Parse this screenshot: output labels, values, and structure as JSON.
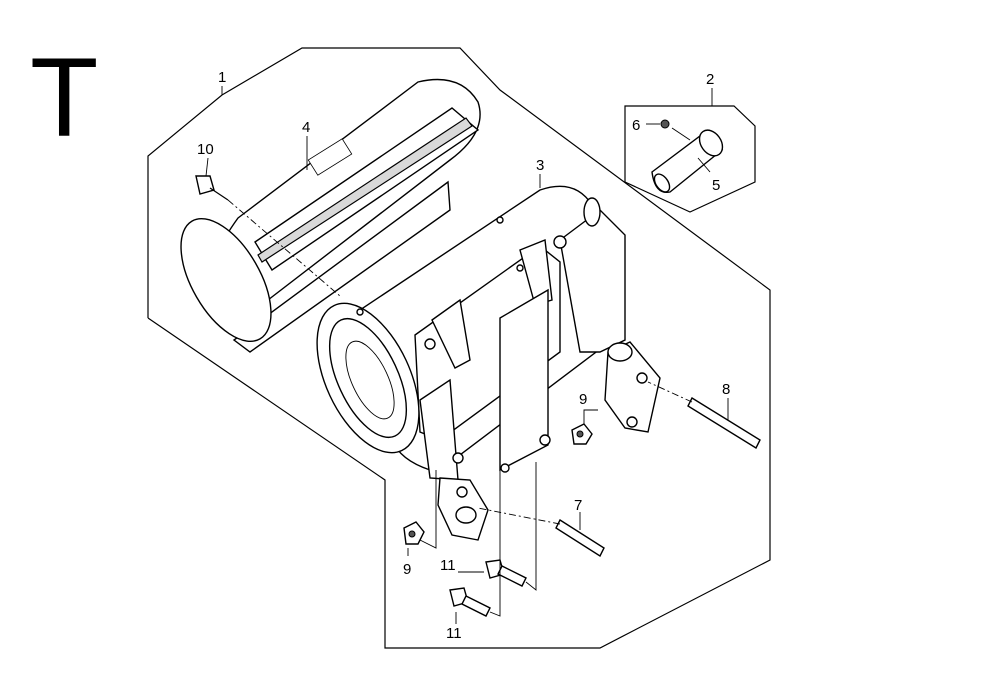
{
  "section_letter": "T",
  "callouts": {
    "c1": "1",
    "c2": "2",
    "c3": "3",
    "c4": "4",
    "c5": "5",
    "c6": "6",
    "c7": "7",
    "c8": "8",
    "c9a": "9",
    "c9b": "9",
    "c10": "10",
    "c11a": "11",
    "c11b": "11"
  }
}
